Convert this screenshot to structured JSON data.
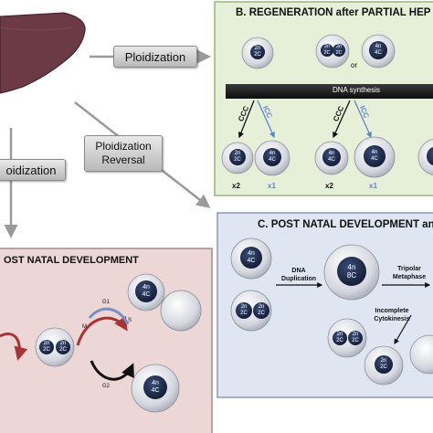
{
  "labels": {
    "ploidization_top": "Ploidization",
    "ploidization_left": "oidization",
    "ploidization_reversal_line1": "Ploidization",
    "ploidization_reversal_line2": "Reversal"
  },
  "panel_b": {
    "title": "B. REGENERATION after PARTIAL HEP",
    "or_label": "or",
    "bar_label": "DNA synthesis",
    "ccc": "CCC",
    "icc": "ICC",
    "x2": "x2",
    "x1": "x1"
  },
  "panel_a": {
    "title": "OST NATAL DEVELOPMENT",
    "g1": "G1",
    "g2": "G2",
    "m": "M",
    "s": "S"
  },
  "panel_c": {
    "title": "C. POST NATAL DEVELOPMENT and",
    "dna_dup_1": "DNA",
    "dna_dup_2": "Duplication",
    "tripolar_1": "Tripolar",
    "tripolar_2": "Metaphase",
    "incomplete_1": "Incomplete",
    "incomplete_2": "Cytokinesis"
  },
  "nuclei": {
    "2n": "2n",
    "2c": "2C",
    "4n": "4n",
    "4c": "4C",
    "8c": "8C"
  },
  "colors": {
    "panel_b_bg": "#e6f0d8",
    "panel_b_border": "#9ab27a",
    "panel_a_bg": "#ecd6d6",
    "panel_a_border": "#a88",
    "panel_c_bg": "#dfe5f1",
    "panel_c_border": "#8c97b5",
    "liver": "#6b3a44",
    "nucleus": "#1c2a4a",
    "cell": "#d9dce3",
    "icc_blue": "#5b86c9"
  }
}
